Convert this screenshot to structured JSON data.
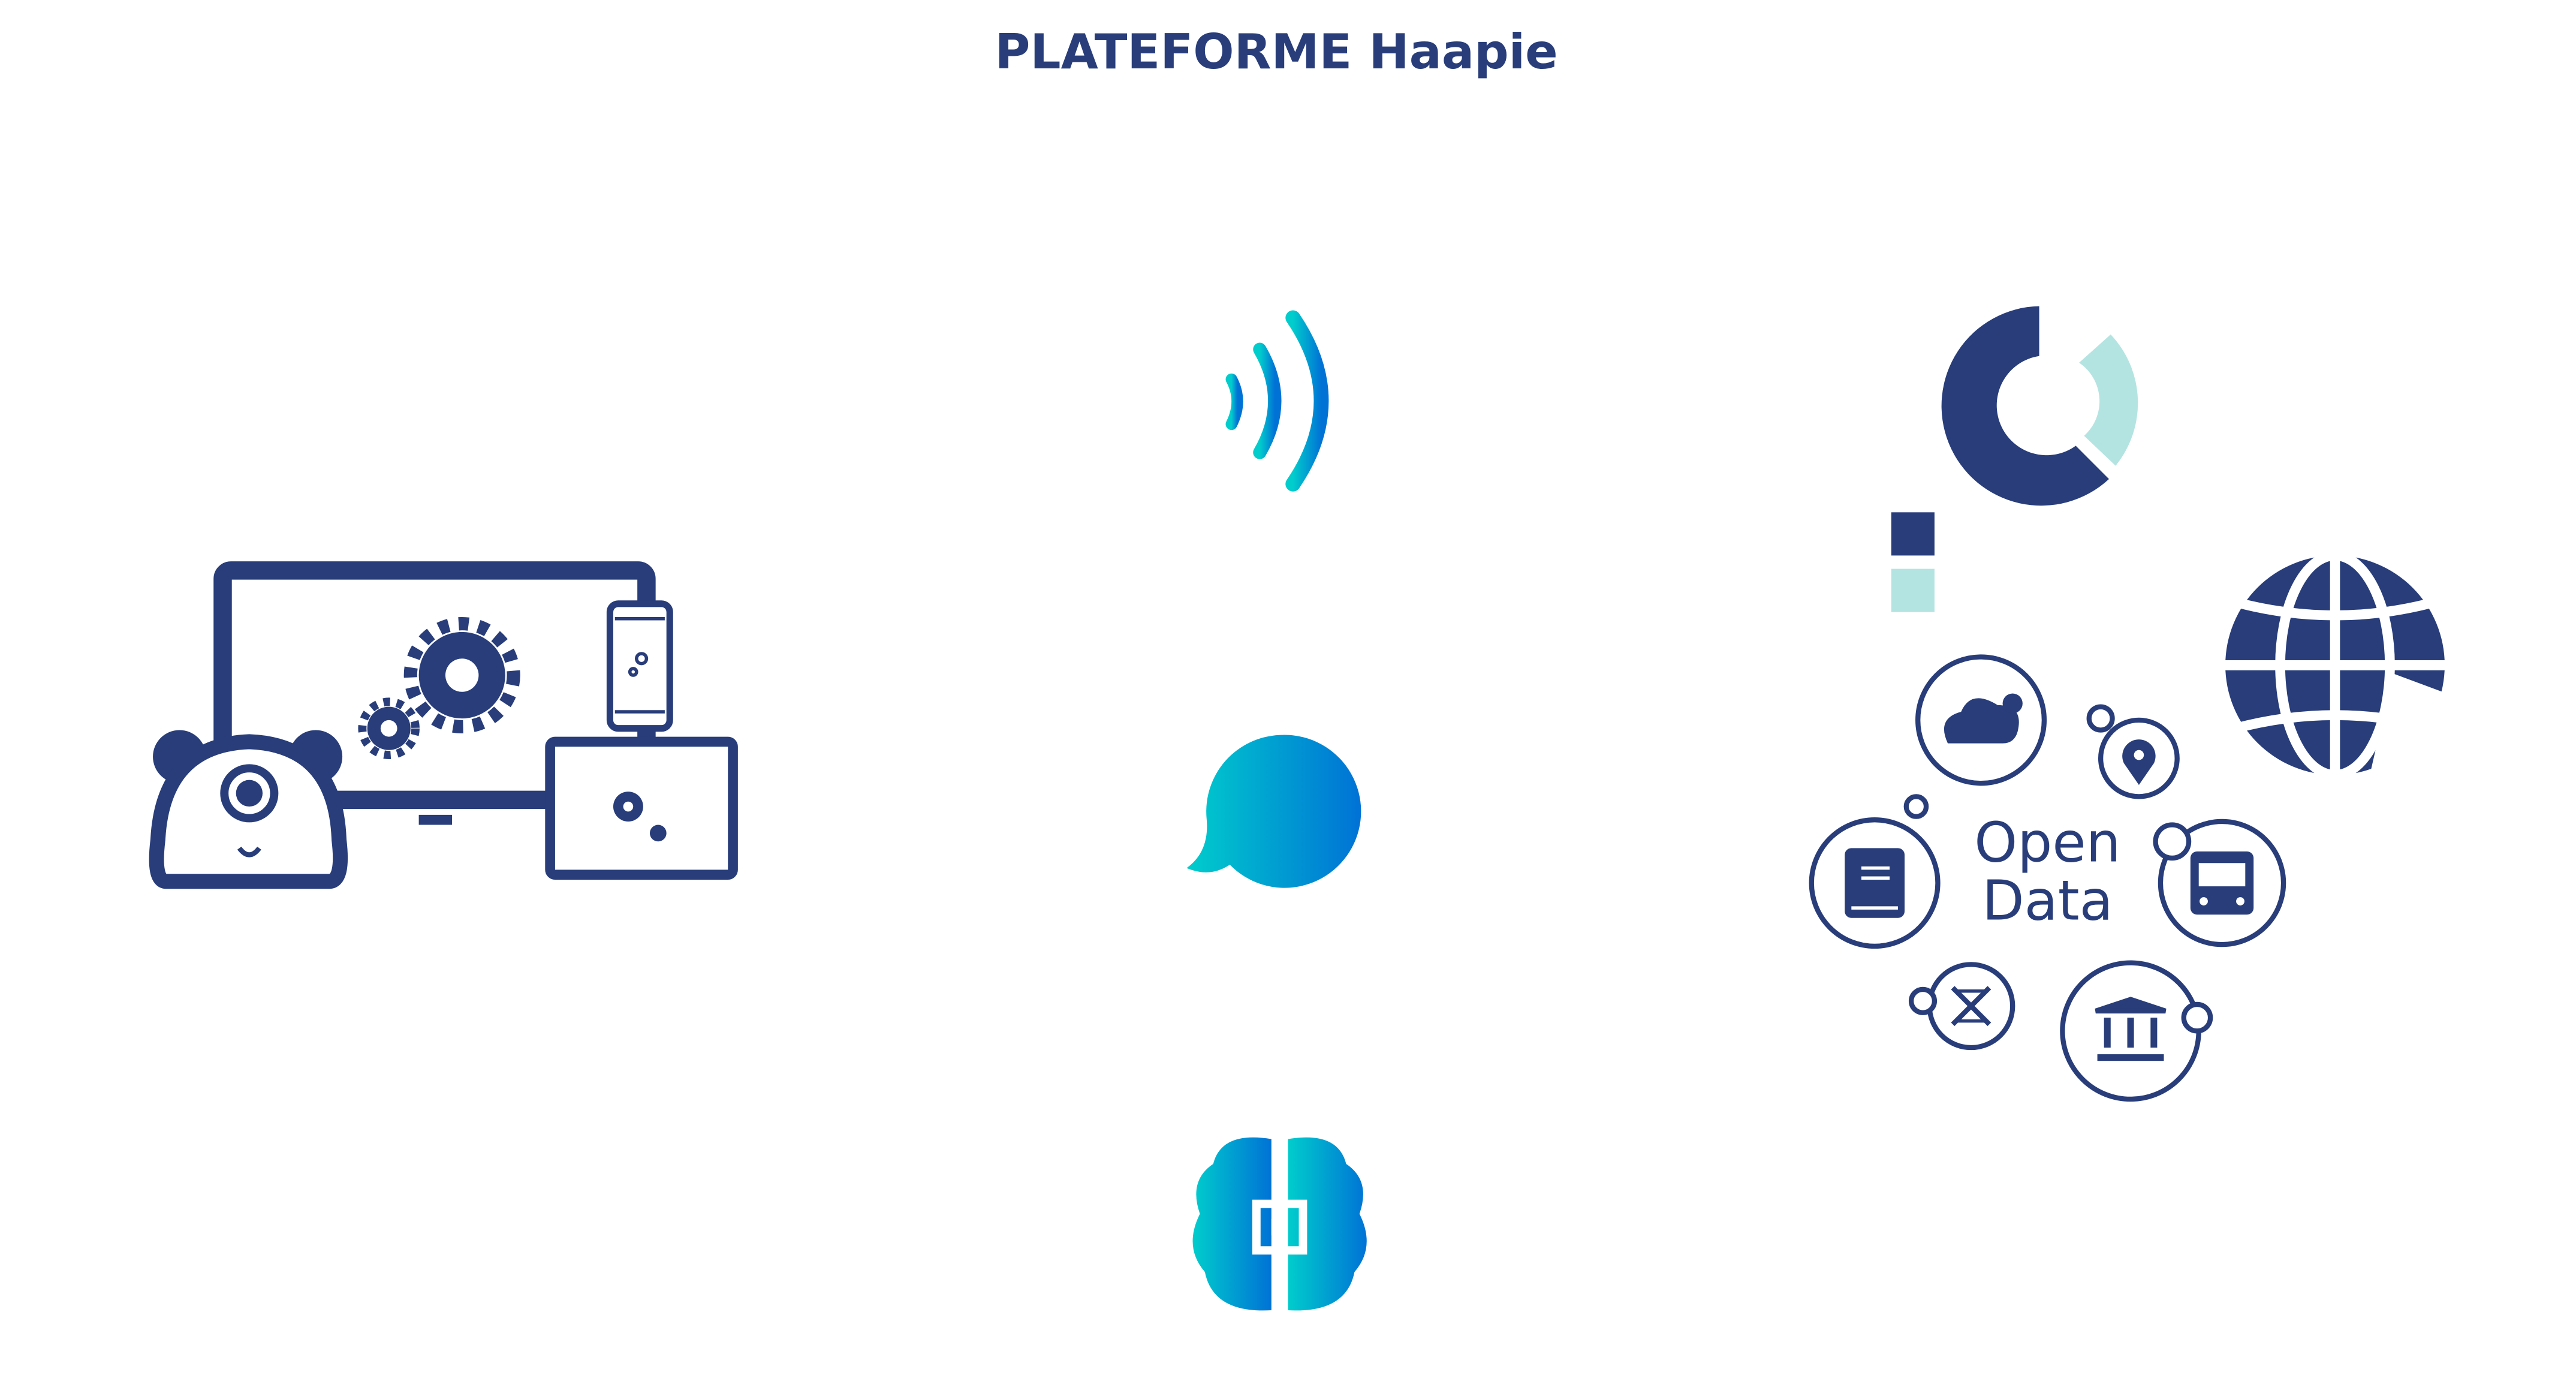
{
  "header": {
    "title": "PLATEFORME Haapie"
  },
  "open_data": {
    "line1": "Open",
    "line2": "Data"
  },
  "colors": {
    "navy": "#283d7a",
    "mint": "#b4e4e1",
    "cyan": "#00cdcc",
    "blue": "#0072d6"
  }
}
